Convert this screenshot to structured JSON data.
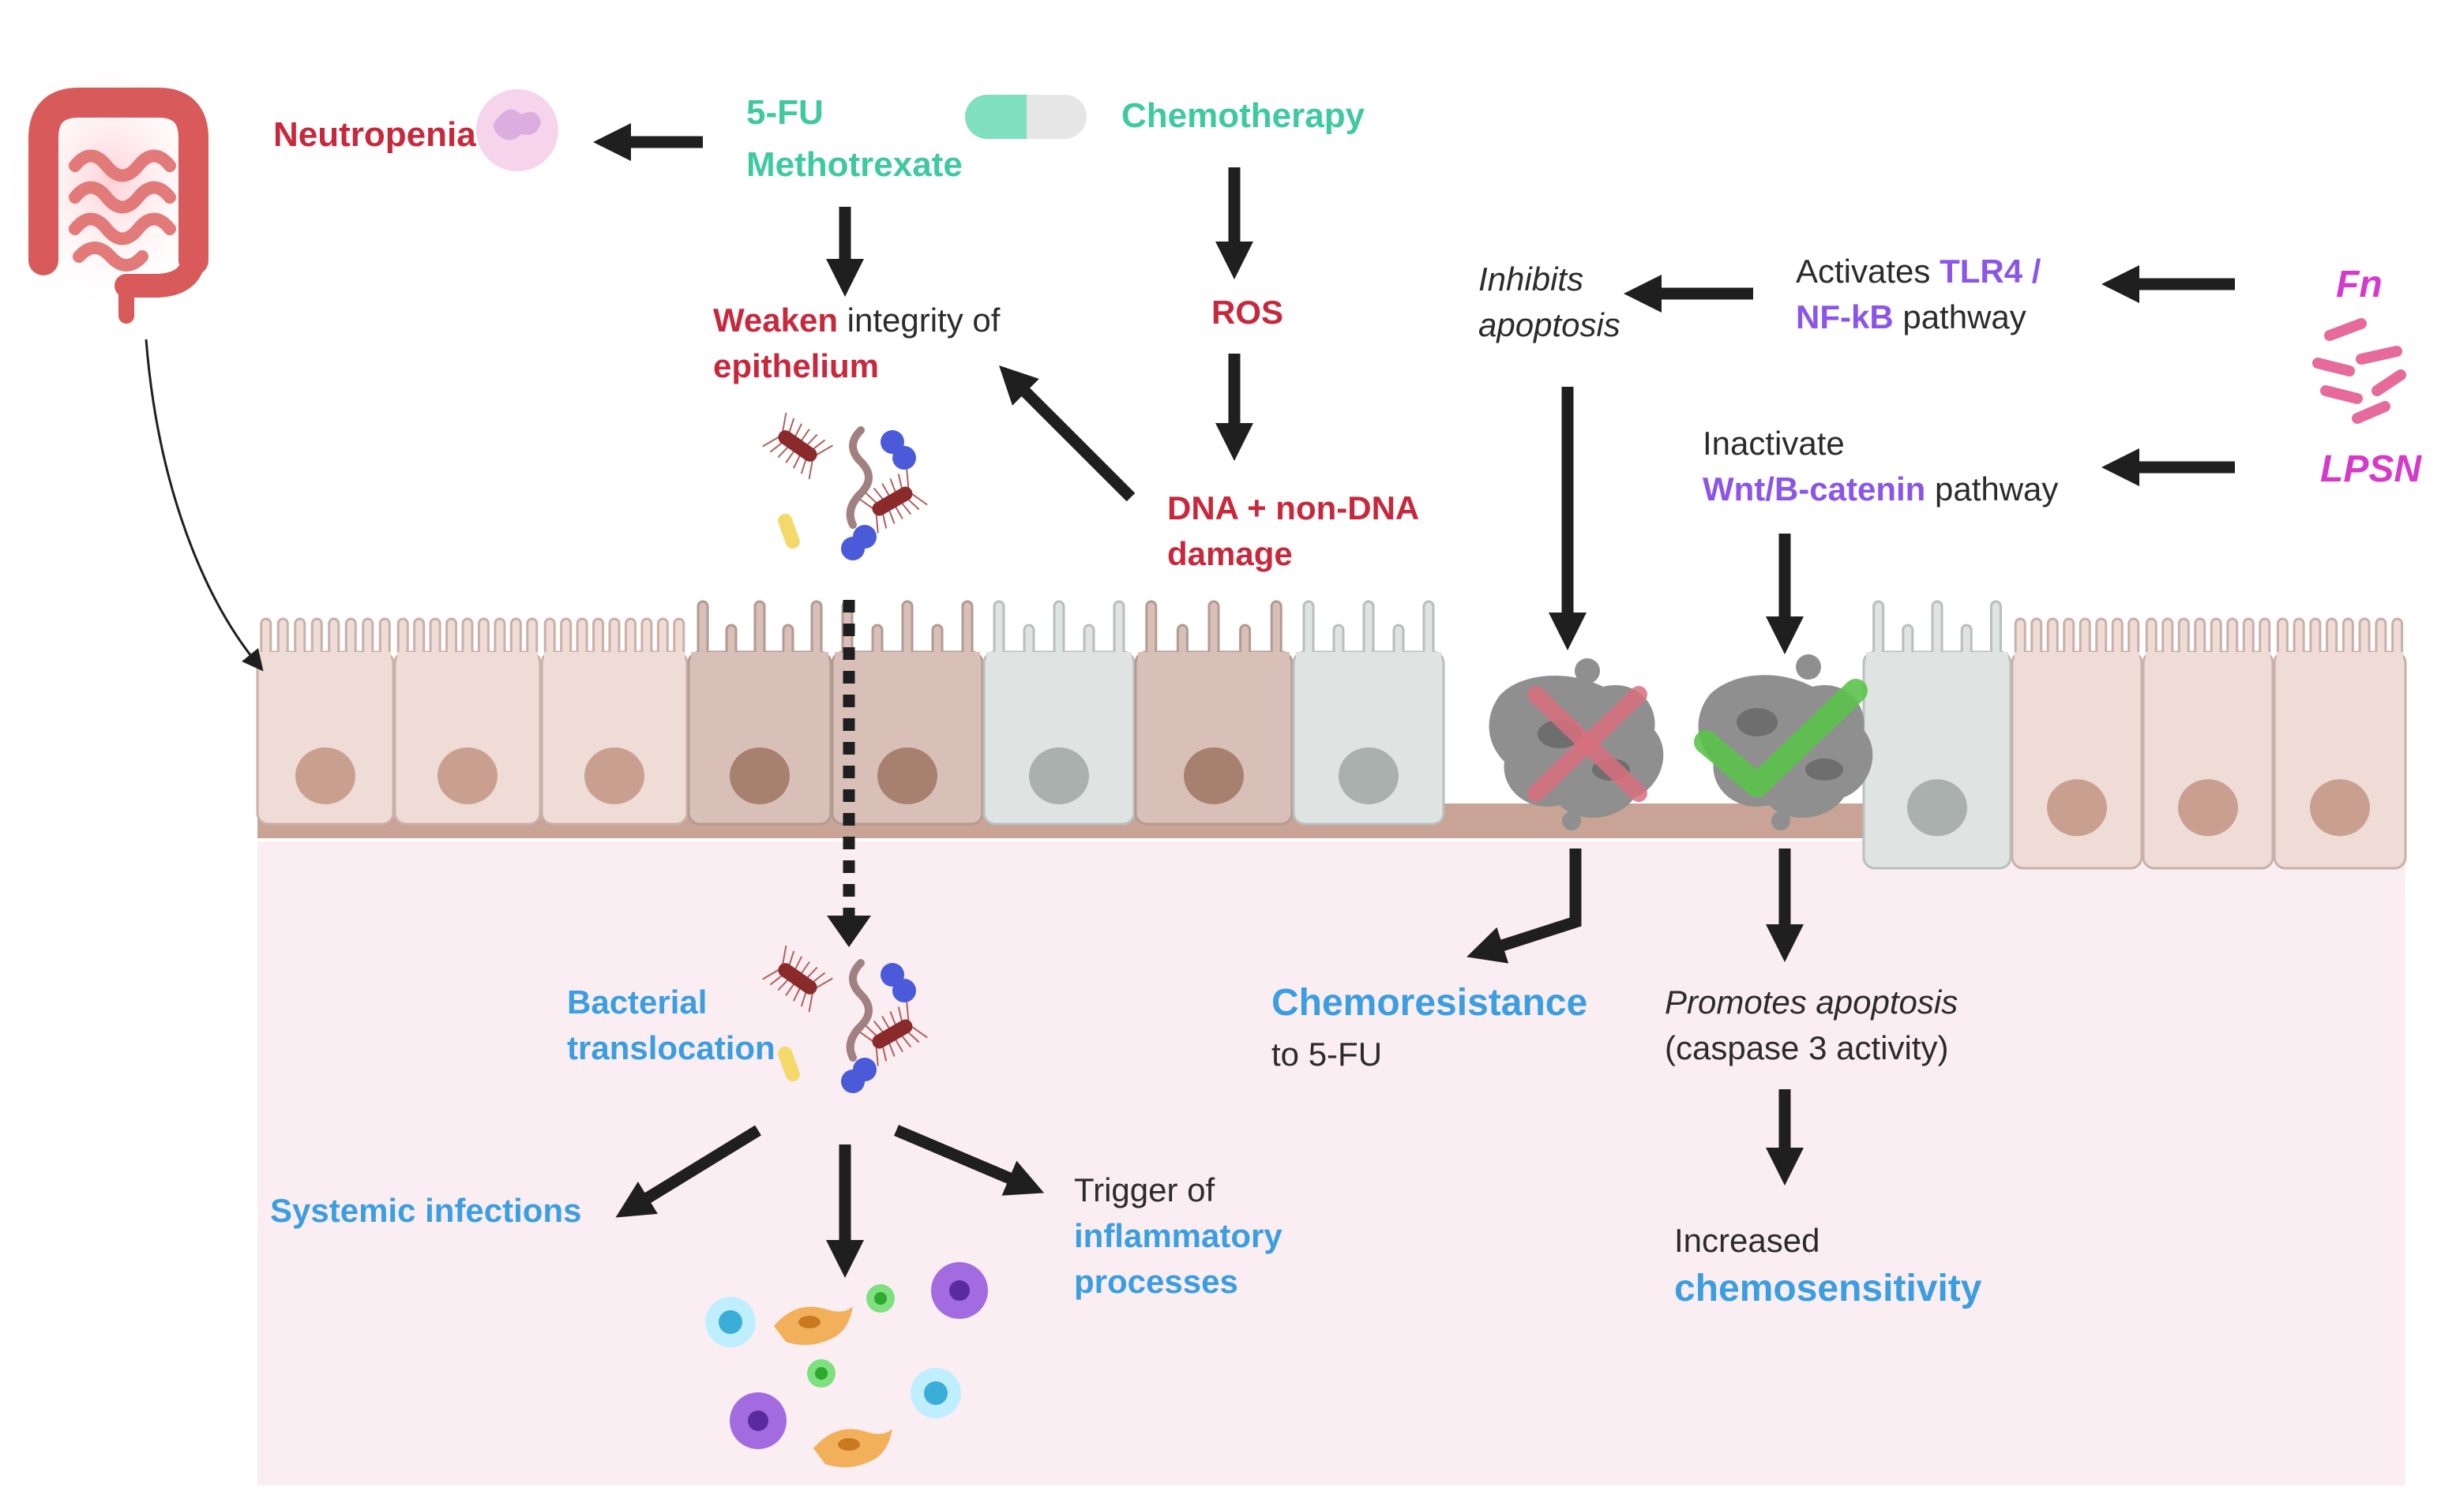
{
  "drugs": {
    "line1": "5-FU",
    "line2": "Methotrexate",
    "chemotherapy": "Chemotherapy"
  },
  "neutropenia": "Neutropenia",
  "weaken": {
    "word": "Weaken",
    "rest": " integrity of",
    "line2": "epithelium"
  },
  "ros": "ROS",
  "dna": {
    "line1": "DNA + non-DNA",
    "line2": "damage"
  },
  "inhibits": {
    "line1": "Inhibits",
    "line2": "apoptosis"
  },
  "activates": {
    "pre": "Activates ",
    "hl1": "TLR4 /",
    "hl2": "NF-kB",
    "post": " pathway"
  },
  "inactivate": {
    "line1": "Inactivate",
    "hl": "Wnt/B-catenin",
    "post": " pathway"
  },
  "bacteria": {
    "fn": "Fn",
    "lpsn": "LPSN"
  },
  "translocation": {
    "line1": "Bacterial",
    "line2": "translocation"
  },
  "systemic": "Systemic infections",
  "inflammation": {
    "line1": "Trigger of",
    "line2": "inflammatory",
    "line3": "processes"
  },
  "chemoresistance": {
    "line1": "Chemoresistance",
    "line2": "to 5-FU"
  },
  "promotes": {
    "line1": "Promotes apoptosis",
    "line2": "(caspase 3 activity)"
  },
  "chemosensitivity": {
    "line1": "Increased",
    "line2": "chemosensitivity"
  },
  "colors": {
    "red": "#c8283c",
    "teal": "#3fc9a0",
    "blue": "#3a9ee0",
    "violet": "#8a55e8",
    "magenta": "#d63ac8",
    "arrow": "#1f1f1f",
    "lumen_bg": "#fbeef2",
    "membrane": "#c9a396"
  },
  "icons": [
    "colon-icon",
    "neutrophil-icon",
    "capsule-icon",
    "bacteria-icon",
    "immune-cells-icon",
    "apoptotic-cell-icon",
    "cross-mark-icon",
    "check-mark-icon"
  ]
}
